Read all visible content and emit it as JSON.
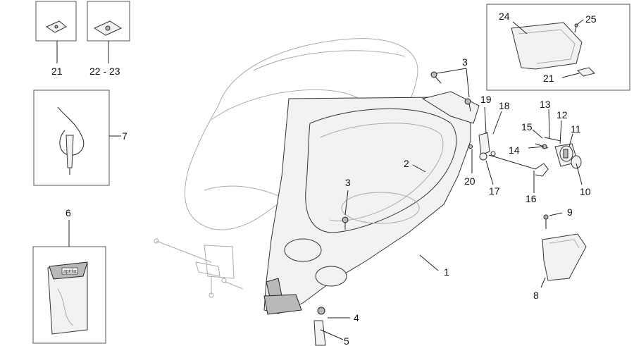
{
  "diagram": {
    "callouts": {
      "c1": "1",
      "c2": "2",
      "c3a": "3",
      "c3b": "3",
      "c4": "4",
      "c5": "5",
      "c6": "6",
      "c7": "7",
      "c8": "8",
      "c9": "9",
      "c10": "10",
      "c11": "11",
      "c12": "12",
      "c13": "13",
      "c14": "14",
      "c15": "15",
      "c16": "16",
      "c17": "17",
      "c18": "18",
      "c19": "19",
      "c20": "20",
      "c21a": "21",
      "c21b": "21",
      "c2223": "22 - 23",
      "c24": "24",
      "c25": "25"
    },
    "pouch_brand": "aprilia"
  }
}
